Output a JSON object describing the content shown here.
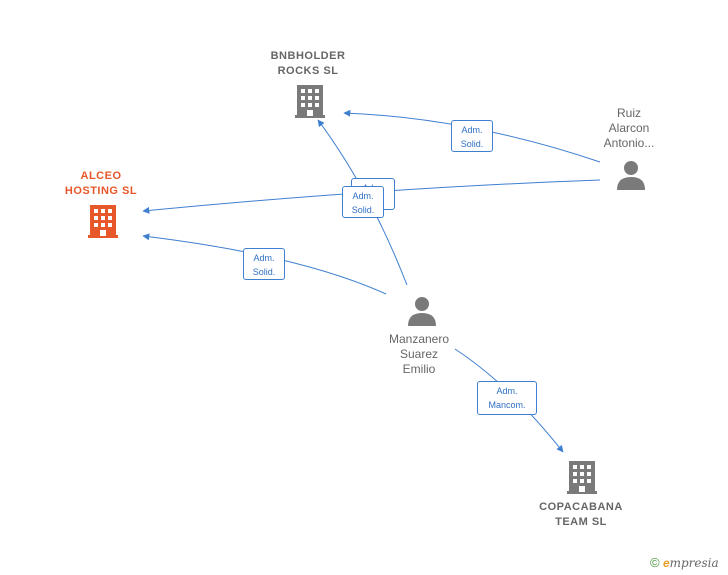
{
  "nodes": {
    "bnbholder": {
      "line1": "BNBHOLDER",
      "line2": "ROCKS  SL"
    },
    "alceo": {
      "line1": "ALCEO",
      "line2": "HOSTING  SL"
    },
    "copacabana": {
      "line1": "COPACABANA",
      "line2": "TEAM  SL"
    },
    "ruiz": {
      "line1": "Ruiz",
      "line2": "Alarcon",
      "line3": "Antonio..."
    },
    "manzanero": {
      "line1": "Manzanero",
      "line2": "Suarez",
      "line3": "Emilio"
    }
  },
  "edges": {
    "ruiz_bnbholder": {
      "line1": "Adm.",
      "line2": "Solid."
    },
    "ruiz_alceo": {
      "line1": "Adm.",
      "line2": "Solid."
    },
    "manzanero_bnbholder": {
      "line1": "Adm.",
      "line2": "Solid."
    },
    "manzanero_alceo": {
      "line1": "Adm.",
      "line2": "Solid."
    },
    "manzanero_copacabana": {
      "line1": "Adm.",
      "line2": "Mancom."
    }
  },
  "colors": {
    "edge": "#3f7fd0",
    "node_gray": "#7a7a7a",
    "focus": "#e8572a"
  },
  "branding": {
    "copyright": "©",
    "initial": "e",
    "name": "mpresia"
  }
}
